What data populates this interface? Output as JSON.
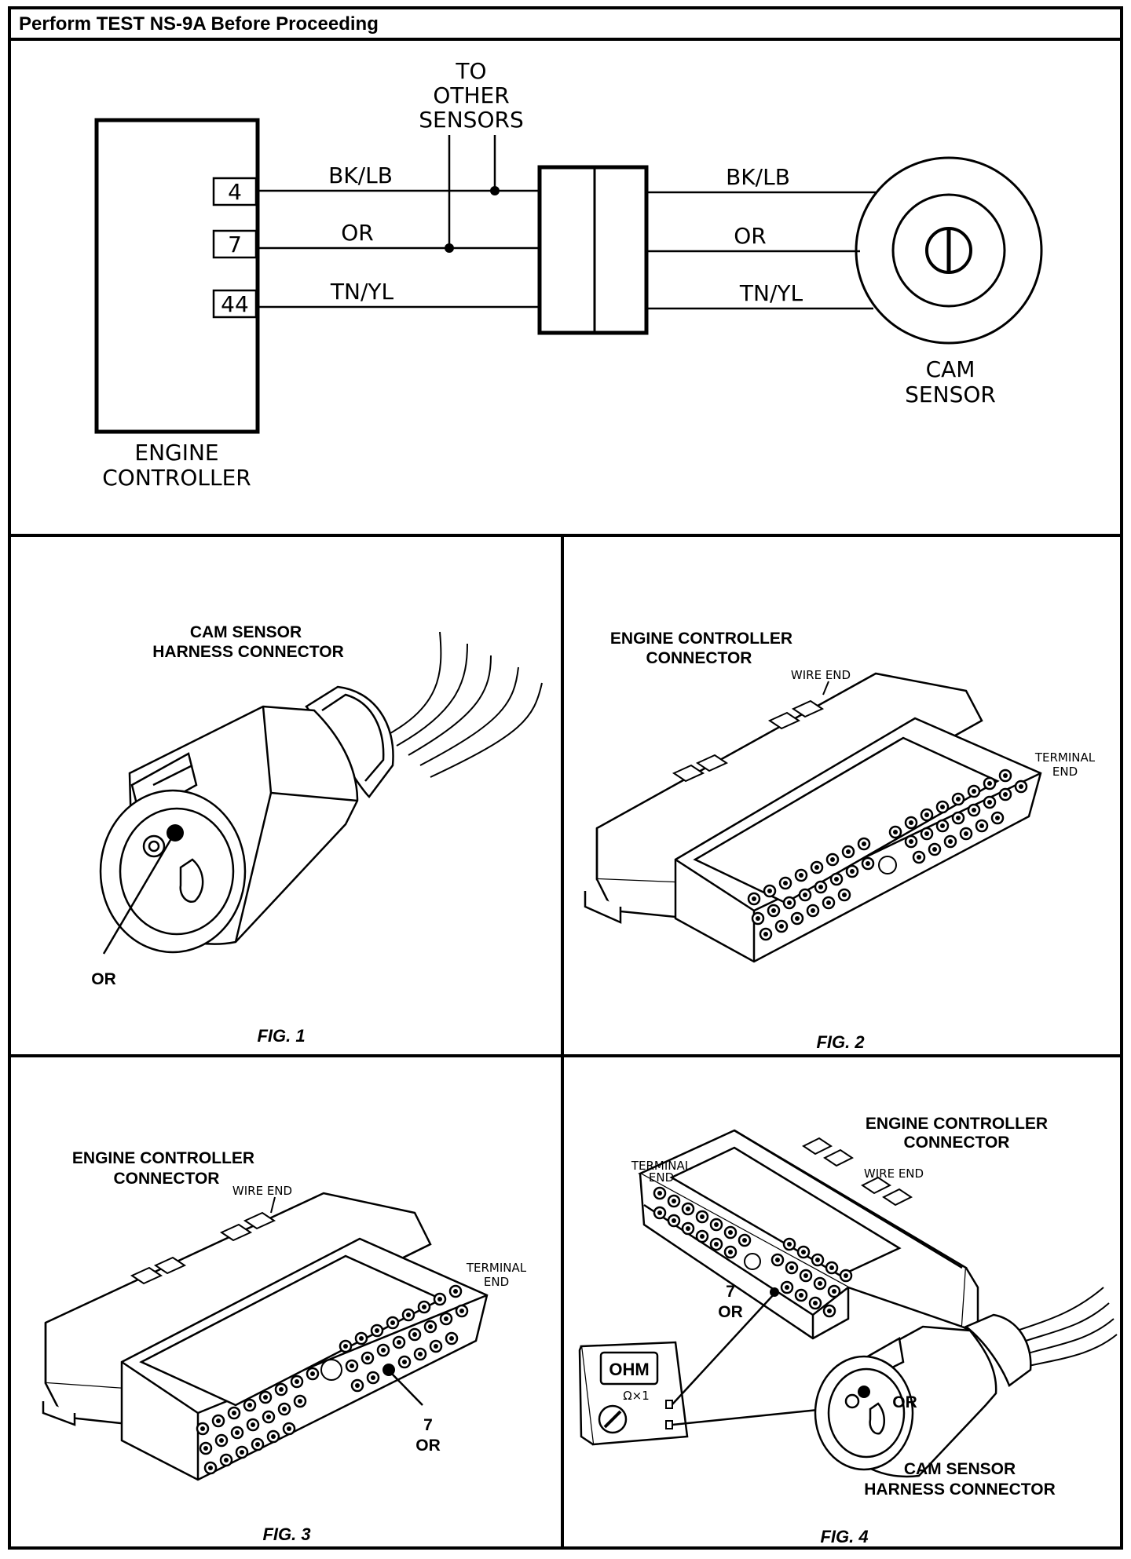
{
  "header": {
    "title": "Perform TEST NS-9A Before Proceeding"
  },
  "schematic": {
    "pins": [
      "4",
      "7",
      "44"
    ],
    "wires_left": [
      "BK/LB",
      "OR",
      "TN/YL"
    ],
    "wires_right": [
      "BK/LB",
      "OR",
      "TN/YL"
    ],
    "to_other": [
      "TO",
      "OTHER",
      "SENSORS"
    ],
    "engine_controller": [
      "ENGINE",
      "CONTROLLER"
    ],
    "cam_sensor": [
      "CAM",
      "SENSOR"
    ]
  },
  "fig1": {
    "title": [
      "CAM SENSOR",
      "HARNESS CONNECTOR"
    ],
    "wire": "OR",
    "caption": "FIG. 1"
  },
  "fig2": {
    "title": [
      "ENGINE CONTROLLER",
      "CONNECTOR"
    ],
    "wire_end": "WIRE END",
    "terminal_end": [
      "TERMINAL",
      "END"
    ],
    "caption": "FIG. 2"
  },
  "fig3": {
    "title": [
      "ENGINE CONTROLLER",
      "CONNECTOR"
    ],
    "wire_end": "WIRE END",
    "terminal_end": [
      "TERMINAL",
      "END"
    ],
    "pin": "7",
    "wire": "OR",
    "caption": "FIG. 3"
  },
  "fig4": {
    "title": [
      "ENGINE CONTROLLER",
      "CONNECTOR"
    ],
    "terminal_end": [
      "TERMINAL",
      "END"
    ],
    "wire_end": "WIRE END",
    "pin": "7",
    "wire": "OR",
    "meter_display": "OHM",
    "meter_range": "Ω×1",
    "sensor_wire": "OR",
    "sensor_title": [
      "CAM SENSOR",
      "HARNESS CONNECTOR"
    ],
    "caption": "FIG. 4"
  }
}
